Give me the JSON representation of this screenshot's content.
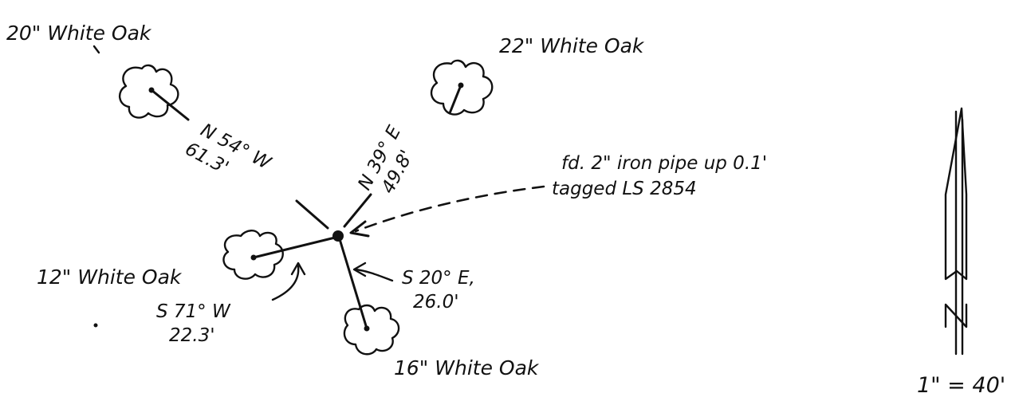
{
  "trees": {
    "nw": {
      "label": "20\" White Oak",
      "icon": "tree-icon"
    },
    "ne": {
      "label": "22\" White Oak",
      "icon": "tree-icon"
    },
    "w": {
      "label": "12\" White Oak",
      "icon": "tree-icon"
    },
    "s": {
      "label": "16\" White Oak",
      "icon": "tree-icon"
    }
  },
  "bearings": {
    "nw": {
      "bearing": "N 54° W",
      "distance": "61.3'"
    },
    "ne": {
      "bearing": "N 39° E",
      "distance": "49.8'"
    },
    "w": {
      "bearing": "S 71° W",
      "distance": "22.3'"
    },
    "s": {
      "bearing": "S 20° E,",
      "distance": "26.0'"
    }
  },
  "monument": {
    "line1": "fd. 2\" iron pipe up 0.1'",
    "line2": "tagged LS 2854",
    "icon": "point-icon"
  },
  "north_arrow": {
    "icon": "north-arrow-icon"
  },
  "scale": {
    "text": "1\" = 40'"
  }
}
